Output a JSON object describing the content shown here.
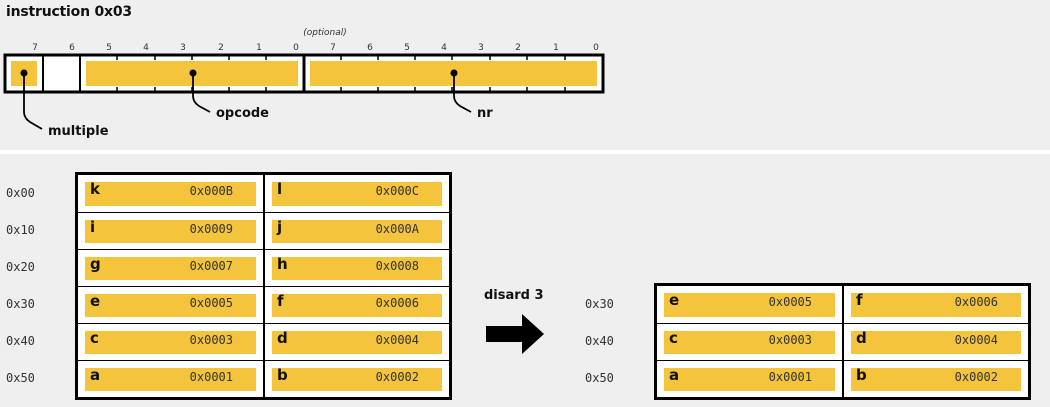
{
  "title": "instruction 0x03",
  "encoding": {
    "optional_note": "(optional)",
    "byte1_bits": [
      "7",
      "6",
      "5",
      "4",
      "3",
      "2",
      "1",
      "0"
    ],
    "byte2_bits": [
      "7",
      "6",
      "5",
      "4",
      "3",
      "2",
      "1",
      "0"
    ],
    "fields": {
      "multiple": "multiple",
      "opcode": "opcode",
      "nr": "nr"
    },
    "fill_color": "#f3c43c"
  },
  "before": {
    "addresses": [
      "0x00",
      "0x10",
      "0x20",
      "0x30",
      "0x40",
      "0x50"
    ],
    "rows": [
      {
        "left": {
          "name": "k",
          "value": "0x000B"
        },
        "right": {
          "name": "l",
          "value": "0x000C"
        }
      },
      {
        "left": {
          "name": "i",
          "value": "0x0009"
        },
        "right": {
          "name": "j",
          "value": "0x000A"
        }
      },
      {
        "left": {
          "name": "g",
          "value": "0x0007"
        },
        "right": {
          "name": "h",
          "value": "0x0008"
        }
      },
      {
        "left": {
          "name": "e",
          "value": "0x0005"
        },
        "right": {
          "name": "f",
          "value": "0x0006"
        }
      },
      {
        "left": {
          "name": "c",
          "value": "0x0003"
        },
        "right": {
          "name": "d",
          "value": "0x0004"
        }
      },
      {
        "left": {
          "name": "a",
          "value": "0x0001"
        },
        "right": {
          "name": "b",
          "value": "0x0002"
        }
      }
    ]
  },
  "operation_label": "disard 3",
  "arrow_icon": "right-arrow-icon",
  "after": {
    "addresses": [
      "0x30",
      "0x40",
      "0x50"
    ],
    "rows": [
      {
        "left": {
          "name": "e",
          "value": "0x0005"
        },
        "right": {
          "name": "f",
          "value": "0x0006"
        }
      },
      {
        "left": {
          "name": "c",
          "value": "0x0003"
        },
        "right": {
          "name": "d",
          "value": "0x0004"
        }
      },
      {
        "left": {
          "name": "a",
          "value": "0x0001"
        },
        "right": {
          "name": "b",
          "value": "0x0002"
        }
      }
    ]
  }
}
